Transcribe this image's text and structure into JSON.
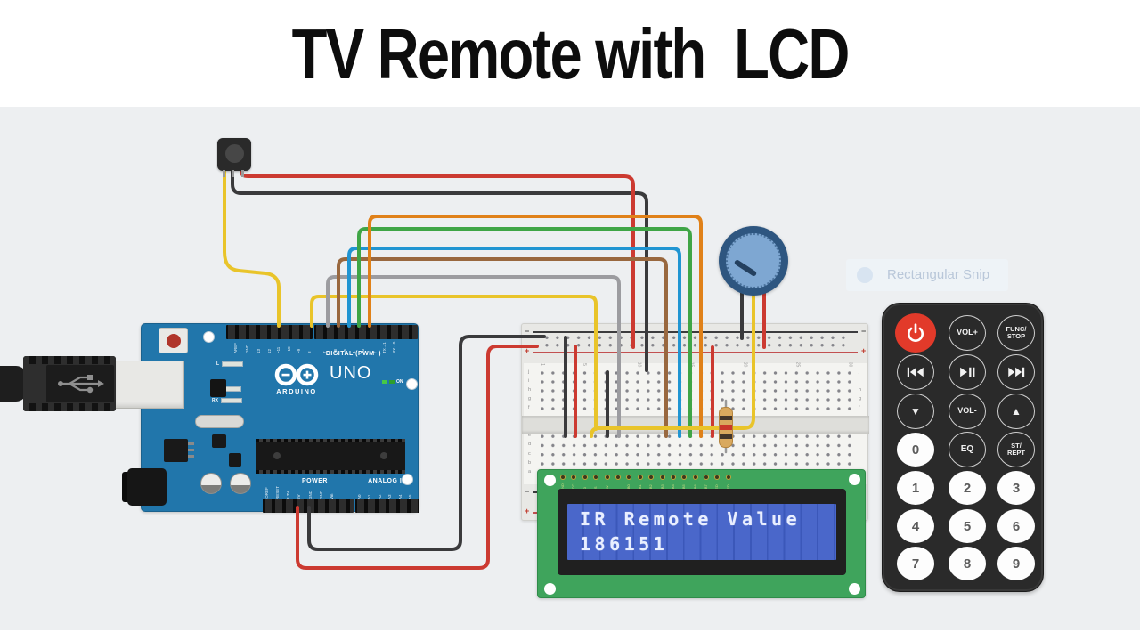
{
  "title": "TV Remote with  LCD",
  "snip_tooltip": "Rectangular Snip",
  "arduino": {
    "brand": "ARDUINO",
    "model": "UNO",
    "on_label": "ON",
    "digital_group_label": "DIGITAL (PWM~)",
    "power_group_label": "POWER",
    "analog_group_label": "ANALOG IN",
    "led_l": "L",
    "led_tx": "TX",
    "led_rx": "RX",
    "digital_pins": [
      "AREF",
      "GND",
      "13",
      "12",
      "~11",
      "~10",
      "~9",
      "8",
      "7",
      "~6",
      "~5",
      "4",
      "~3",
      "2",
      "TX→1",
      "RX←0"
    ],
    "power_pins": [
      "IOREF",
      "RESET",
      "3.3V",
      "5V",
      "GND",
      "GND",
      "Vin"
    ],
    "analog_pins": [
      "A0",
      "A1",
      "A2",
      "A3",
      "A4",
      "A5"
    ],
    "board_color": "#2176ab"
  },
  "breadboard": {
    "column_labels": [
      "1",
      "5",
      "10",
      "15",
      "20",
      "25",
      "30"
    ],
    "row_labels_top": [
      "j",
      "i",
      "h",
      "g",
      "f"
    ],
    "row_labels_bottom": [
      "e",
      "d",
      "c",
      "b",
      "a"
    ],
    "minus": "−",
    "plus": "+"
  },
  "lcd": {
    "line1": "IR Remote Value",
    "line2": "186151",
    "screen_color": "#3f5ec7",
    "board_color": "#3fa45c",
    "pin_labels": [
      "GND",
      "VCC",
      "V0",
      "RS",
      "RW",
      "E",
      "DB0",
      "DB1",
      "DB2",
      "DB3",
      "DB4",
      "DB5",
      "DB6",
      "DB7",
      "LED",
      "LED"
    ]
  },
  "remote": {
    "vol_up": "VOL+",
    "func_line1": "FUNC/",
    "func_line2": "STOP",
    "vol_down": "VOL-",
    "eq": "EQ",
    "st_line1": "ST/",
    "st_line2": "REPT",
    "down_glyph": "▼",
    "up_glyph": "▲",
    "digits": [
      "0",
      "1",
      "2",
      "3",
      "4",
      "5",
      "6",
      "7",
      "8",
      "9"
    ],
    "power_color": "#e23a2a"
  },
  "wires": {
    "yellow": "#e9c42a",
    "gray": "#9c9ca0",
    "brown": "#99683f",
    "blue": "#2095d2",
    "green": "#3fa546",
    "orange": "#e08119",
    "red": "#cc3a31",
    "black": "#3a3a3c",
    "lead": "#9a9a9a"
  }
}
